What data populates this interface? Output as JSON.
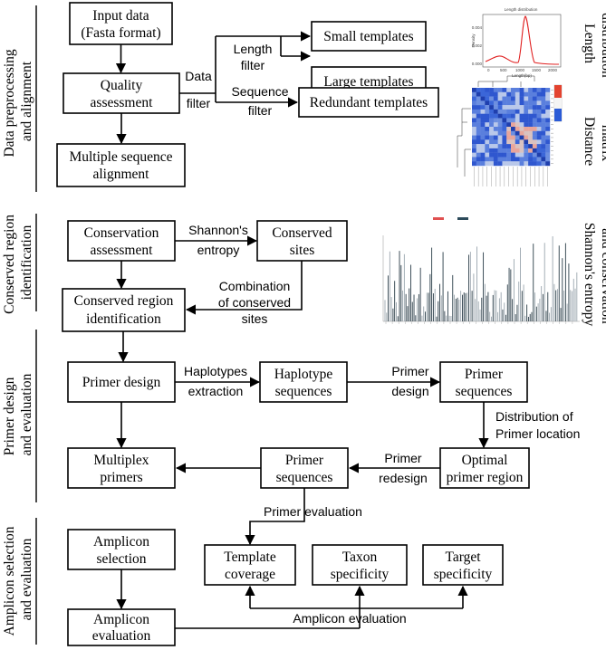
{
  "sections": {
    "s1": [
      "Data preprocessing",
      "and alignment"
    ],
    "s2": [
      "Conserved region",
      "identification"
    ],
    "s3": [
      "Primer design",
      "and evaluation"
    ],
    "s4": [
      "Amplicon selection",
      "and evaluation"
    ]
  },
  "boxes": {
    "input_data": [
      "Input data",
      "(Fasta format)"
    ],
    "quality_assessment": [
      "Quality",
      "assessment"
    ],
    "msa": [
      "Multiple sequence",
      "alignment"
    ],
    "small_templates": [
      "Small templates"
    ],
    "large_templates": [
      "Large templates"
    ],
    "redundant_templates": [
      "Redundant templates"
    ],
    "conservation_assessment": [
      "Conservation",
      "assessment"
    ],
    "conserved_sites": [
      "Conserved",
      "sites"
    ],
    "conserved_region_identification": [
      "Conserved region",
      "identification"
    ],
    "primer_design": [
      "Primer design"
    ],
    "haplotype_sequences": [
      "Haplotype",
      "sequences"
    ],
    "primer_sequences_top": [
      "Primer",
      "sequences"
    ],
    "multiplex_primers": [
      "Multiplex",
      "primers"
    ],
    "primer_sequences_mid": [
      "Primer",
      "sequences"
    ],
    "optimal_primer_region": [
      "Optimal",
      "primer region"
    ],
    "amplicon_selection": [
      "Amplicon",
      "selection"
    ],
    "amplicon_evaluation": [
      "Amplicon",
      "evaluation"
    ],
    "template_coverage": [
      "Template",
      "coverage"
    ],
    "taxon_specificity": [
      "Taxon",
      "specificity"
    ],
    "target_specificity": [
      "Target",
      "specificity"
    ]
  },
  "edge_labels": {
    "data_filter": [
      "Data",
      "filter"
    ],
    "length_filter": [
      "Length",
      "filter"
    ],
    "sequence_filter": [
      "Sequence",
      "filter"
    ],
    "shannons_entropy": [
      "Shannon's",
      "entropy"
    ],
    "combination": [
      "Combination",
      "of conserved",
      "sites"
    ],
    "haplotypes_extraction": [
      "Haplotypes",
      "extraction"
    ],
    "primer_design_edge": [
      "Primer",
      "design"
    ],
    "distribution": [
      "Distribution of",
      "Primer location"
    ],
    "primer_redesign": [
      "Primer",
      "redesign"
    ],
    "primer_evaluation": [
      "Primer evaluation"
    ],
    "amplicon_evaluation_edge": [
      "Amplicon evaluation"
    ]
  },
  "side_labels": {
    "length_distribution": [
      "Length",
      "distribution"
    ],
    "distance_matrix": [
      "Distance",
      "matrix"
    ],
    "shannon_conservation": [
      "Shannon's entropy",
      "and conservation"
    ]
  },
  "thumbnails": {
    "length_plot_title": "Length distribution",
    "length_plot_xlabel": "Length(bp)",
    "length_plot_ylabel": "Density",
    "length_plot_xticks": [
      "0",
      "500",
      "1000",
      "1500",
      "2000"
    ],
    "length_plot_yticks": [
      "0.000",
      "0.002",
      "0.004"
    ]
  },
  "colors": {
    "density_line": "#e02020",
    "heat_blue": "#2b5bd6",
    "heat_red": "#e3432f",
    "bar_dark": "#2a3d48",
    "bar_light": "#9aa6ae",
    "legend_red": "#e05050",
    "legend_dark": "#2c4a5a"
  }
}
